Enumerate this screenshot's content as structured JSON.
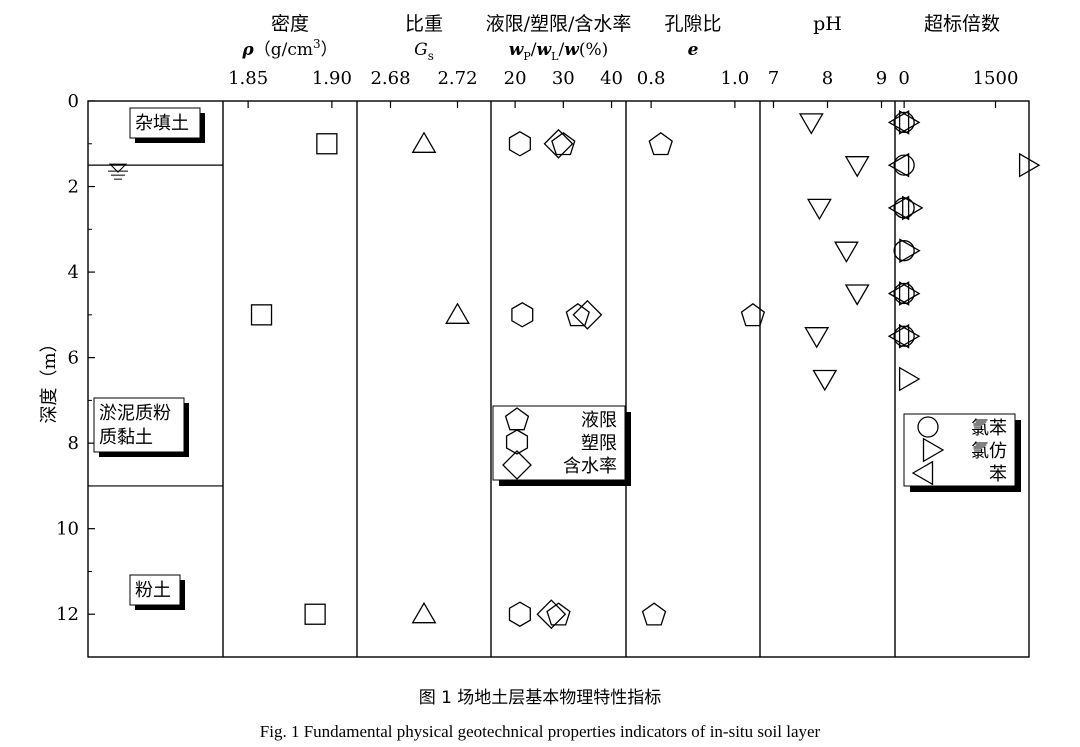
{
  "chart_data": {
    "type": "scatter",
    "y_axis": {
      "label": "深度（m）",
      "ylim": [
        0,
        13
      ],
      "ticks": [
        0,
        2,
        4,
        6,
        8,
        10,
        12
      ],
      "inverted": true
    },
    "layers": [
      {
        "name": "杂填土",
        "from": 0,
        "to": 1.5
      },
      {
        "name": "淤泥质粉\n质黏土",
        "from": 1.5,
        "to": 9
      },
      {
        "name": "粉土",
        "from": 9,
        "to": 13
      }
    ],
    "groundwater_level": 1.5,
    "panels": [
      {
        "title": "密度",
        "subtitle_parts": [
          "ρ",
          "（g/cm",
          "3",
          "）"
        ],
        "xlim": [
          1.835,
          1.915
        ],
        "ticks": [
          1.85,
          1.9
        ],
        "tick_labels": [
          "1.85",
          "1.90"
        ],
        "series": [
          {
            "marker": "square",
            "points": [
              [
                1.897,
                1.0
              ],
              [
                1.858,
                5.0
              ],
              [
                1.89,
                12.0
              ]
            ]
          }
        ]
      },
      {
        "title": "比重",
        "subtitle_parts": [
          "G",
          "s"
        ],
        "xlim": [
          2.66,
          2.74
        ],
        "ticks": [
          2.68,
          2.72
        ],
        "tick_labels": [
          "2.68",
          "2.72"
        ],
        "series": [
          {
            "marker": "triangle-up",
            "points": [
              [
                2.7,
                1.0
              ],
              [
                2.72,
                5.0
              ],
              [
                2.7,
                12.0
              ]
            ]
          }
        ]
      },
      {
        "title": "液限/塑限/含水率",
        "subtitle_parts": [
          "w",
          "P",
          "/",
          "w",
          "L",
          "/",
          "w",
          "(%)"
        ],
        "xlim": [
          15,
          43
        ],
        "ticks": [
          20,
          30,
          40
        ],
        "tick_labels": [
          "20",
          "30",
          "40"
        ],
        "legend": [
          {
            "marker": "pentagon",
            "label": "液限"
          },
          {
            "marker": "hexagon",
            "label": "塑限"
          },
          {
            "marker": "diamond",
            "label": "含水率"
          }
        ],
        "series": [
          {
            "name": "液限",
            "marker": "pentagon",
            "points": [
              [
                30.0,
                1.0
              ],
              [
                33.0,
                5.0
              ],
              [
                29.0,
                12.0
              ]
            ]
          },
          {
            "name": "塑限",
            "marker": "hexagon",
            "points": [
              [
                21.0,
                1.0
              ],
              [
                21.5,
                5.0
              ],
              [
                21.0,
                12.0
              ]
            ]
          },
          {
            "name": "含水率",
            "marker": "diamond",
            "points": [
              [
                29.0,
                1.0
              ],
              [
                35.0,
                5.0
              ],
              [
                27.5,
                12.0
              ]
            ]
          }
        ]
      },
      {
        "title": "孔隙比",
        "subtitle_parts": [
          "e"
        ],
        "xlim": [
          0.74,
          1.06
        ],
        "ticks": [
          0.8,
          1.0
        ],
        "tick_labels": [
          "0.8",
          "1.0"
        ],
        "series": [
          {
            "marker": "pentagon",
            "points": [
              [
                0.823,
                1.0
              ],
              [
                1.043,
                5.0
              ],
              [
                0.807,
                12.0
              ]
            ]
          }
        ]
      },
      {
        "title": "pH",
        "subtitle_parts": [],
        "xlim": [
          6.75,
          9.25
        ],
        "ticks": [
          7,
          8,
          9
        ],
        "tick_labels": [
          "7",
          "8",
          "9"
        ],
        "series": [
          {
            "marker": "triangle-down",
            "points": [
              [
                7.7,
                0.5
              ],
              [
                8.55,
                1.5
              ],
              [
                7.85,
                2.5
              ],
              [
                8.35,
                3.5
              ],
              [
                8.55,
                4.5
              ],
              [
                7.8,
                5.5
              ],
              [
                7.95,
                6.5
              ]
            ]
          }
        ]
      },
      {
        "title": "超标倍数",
        "subtitle_parts": [],
        "xlim": [
          -150,
          2050
        ],
        "ticks": [
          0,
          1500
        ],
        "tick_labels": [
          "0",
          "1500"
        ],
        "legend": [
          {
            "marker": "circle",
            "label": "氯苯"
          },
          {
            "marker": "triangle-right",
            "label": "氯仿"
          },
          {
            "marker": "triangle-left",
            "label": "苯"
          }
        ],
        "series": [
          {
            "name": "氯苯",
            "marker": "circle",
            "points": [
              [
                0,
                0.5
              ],
              [
                0,
                1.5
              ],
              [
                0,
                2.5
              ],
              [
                0,
                3.5
              ],
              [
                0,
                4.5
              ],
              [
                0,
                5.5
              ]
            ]
          },
          {
            "name": "氯仿",
            "marker": "triangle-right",
            "points": [
              [
                0,
                0.5
              ],
              [
                1970,
                1.5
              ],
              [
                50,
                2.5
              ],
              [
                5,
                3.5
              ],
              [
                0,
                4.5
              ],
              [
                0,
                5.5
              ],
              [
                0,
                6.5
              ]
            ]
          },
          {
            "name": "苯",
            "marker": "triangle-left",
            "points": [
              [
                0,
                0.5
              ],
              [
                0,
                1.5
              ],
              [
                0,
                2.5
              ],
              [
                0,
                4.5
              ],
              [
                0,
                5.5
              ]
            ]
          }
        ]
      }
    ]
  },
  "caption": {
    "cn": "图 1  场地土层基本物理特性指标",
    "en": "Fig. 1 Fundamental physical geotechnical properties indicators of in-situ soil layer"
  }
}
